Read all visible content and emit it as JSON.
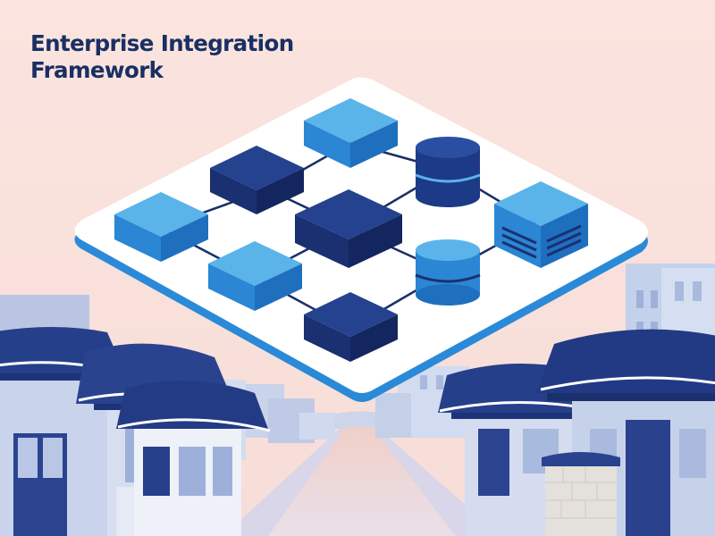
{
  "title": {
    "line1": "Enterprise Integration",
    "line2": "Framework"
  },
  "colors": {
    "background": "#fbe5e1",
    "title_text": "#1a2f63",
    "platform_top": "#ffffff",
    "platform_edge": "#2a8ad8",
    "node_light": "#2d8fdc",
    "node_dark": "#1d3b86",
    "roof": "#28438c",
    "building_light": "#c9d6ec"
  },
  "diagram": {
    "node_icons": [
      "cube-node",
      "cube-node",
      "cube-node",
      "cube-node",
      "cube-node",
      "cube-node",
      "database-icon",
      "database-icon",
      "server-icon"
    ]
  }
}
